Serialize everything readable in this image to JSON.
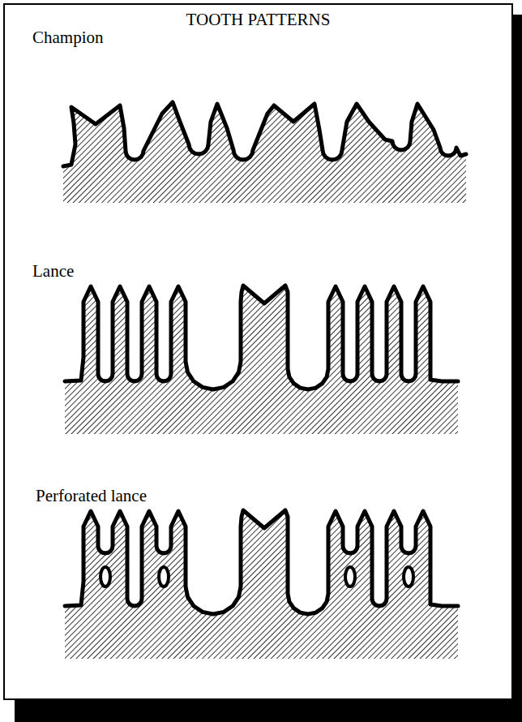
{
  "diagram": {
    "title": "TOOTH PATTERNS",
    "labels": [
      "Champion",
      "Lance",
      "Perforated lance"
    ]
  }
}
